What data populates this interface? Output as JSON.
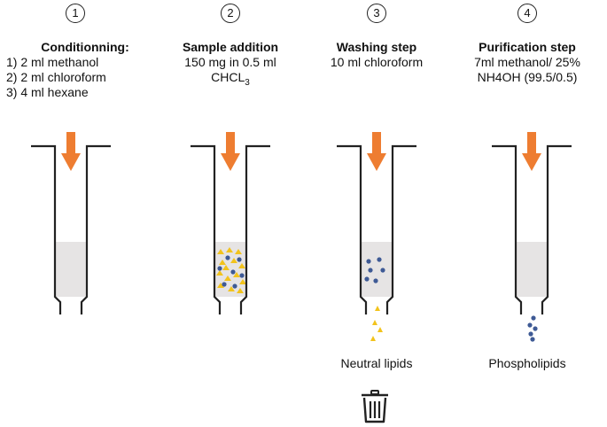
{
  "steps": [
    {
      "number": "1",
      "title": "Conditionning:",
      "lines": [
        "1) 2 ml methanol",
        "2) 2 ml chloroform",
        "3) 4 ml hexane"
      ]
    },
    {
      "number": "2",
      "title": "Sample addition",
      "lines": [
        "150 mg in 0.5 ml"
      ],
      "formula": {
        "base": "CHCL",
        "sub": "3"
      }
    },
    {
      "number": "3",
      "title": "Washing step",
      "lines": [
        "10 ml chloroform"
      ],
      "output_label": "Neutral lipids"
    },
    {
      "number": "4",
      "title": "Purification step",
      "lines": [
        "7ml methanol/ 25%",
        "NH4OH (99.5/0.5)"
      ],
      "output_label": "Phospholipids"
    }
  ],
  "icons": {
    "arrow": "down-arrow-icon",
    "trash": "trash-icon"
  },
  "colors": {
    "arrow": "#ee7d31",
    "fill": "#e6e4e4",
    "triangle": "#f2c31c",
    "dot": "#3e5a95",
    "outline": "#222222"
  }
}
